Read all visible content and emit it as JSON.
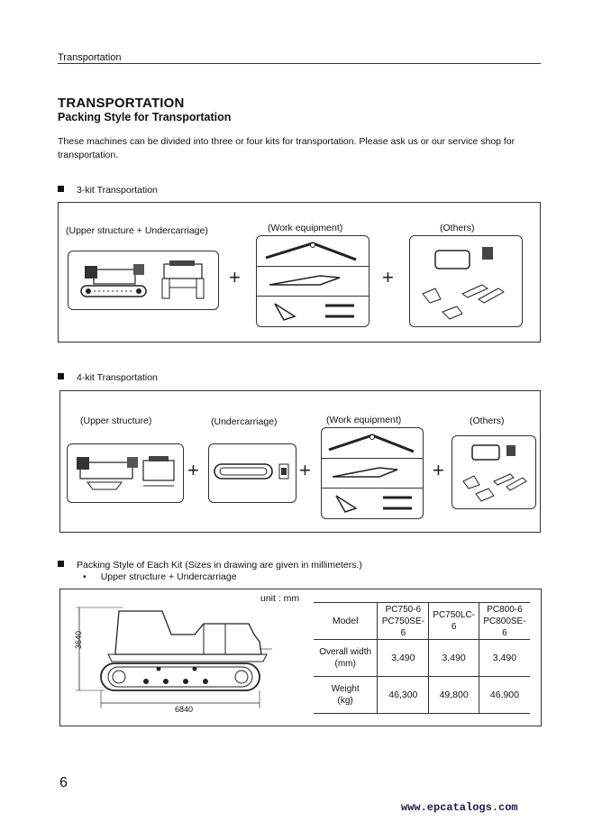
{
  "header": {
    "running_title": "Transportation"
  },
  "title": "TRANSPORTATION",
  "subtitle": "Packing Style for Transportation",
  "intro": "These machines can be divided into three or four kits for transportation. Please ask us or our service shop for transportation.",
  "three_kit": {
    "heading": "3-kit Transportation",
    "labels": [
      "(Upper structure + Undercarriage)",
      "(Work equipment)",
      "(Others)"
    ]
  },
  "four_kit": {
    "heading": "4-kit Transportation",
    "labels": [
      "(Upper structure)",
      "(Undercarriage)",
      "(Work equipment)",
      "(Others)"
    ]
  },
  "packing_style": {
    "heading": "Packing Style of Each Kit (Sizes in drawing are given in millimeters.)",
    "bullet": "Upper structure + Undercarriage",
    "unit": "unit : mm",
    "dim_height": "3640",
    "dim_length": "6840",
    "table": {
      "header_label": "Model",
      "models": [
        [
          "PC750-6",
          "PC750SE-6"
        ],
        [
          "PC750LC-6"
        ],
        [
          "PC800-6",
          "PC800SE-6"
        ]
      ],
      "rows": [
        {
          "label": [
            "Overall width",
            "(mm)"
          ],
          "values": [
            "3,490",
            "3,490",
            "3,490"
          ]
        },
        {
          "label": [
            "Weight",
            "(kg)"
          ],
          "values": [
            "46,300",
            "49,800",
            "46,900"
          ]
        }
      ]
    }
  },
  "page_number": "6",
  "footer_url": "www.epcatalogs.com"
}
